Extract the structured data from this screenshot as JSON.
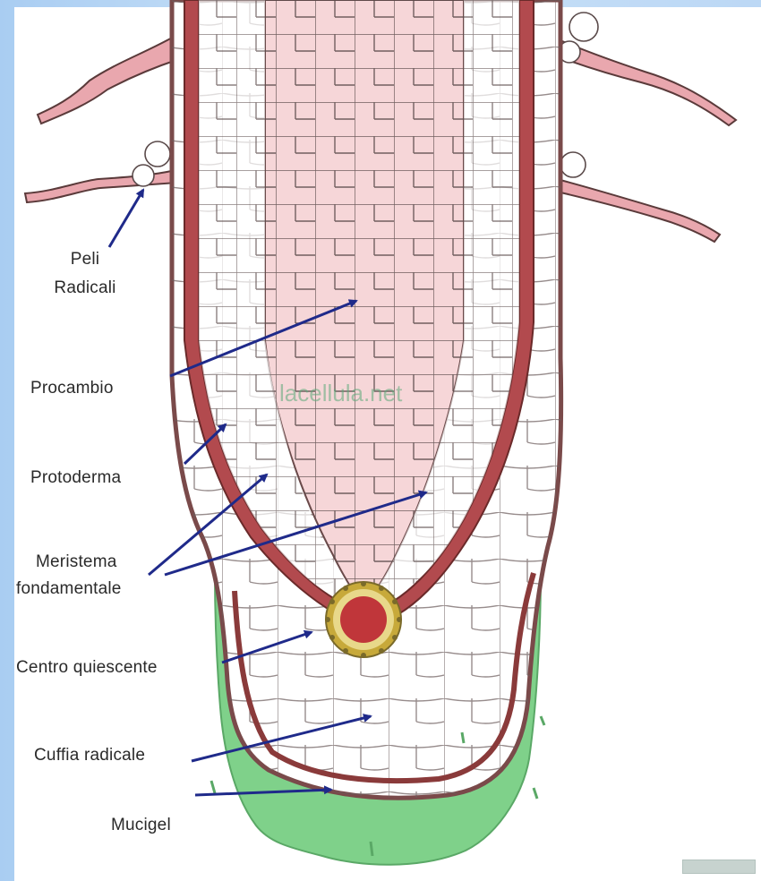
{
  "labels": {
    "peli_radicali": [
      "Peli",
      "Radicali"
    ],
    "procambio": "Procambio",
    "protoderma": "Protoderma",
    "meristema_fondamentale": [
      "Meristema",
      "fondamentale"
    ],
    "centro_quiescente": "Centro quiescente",
    "cuffia_radicale": "Cuffia radicale",
    "mucigel": "Mucigel"
  },
  "watermark": "lacellula.net",
  "colors": {
    "frame": "#bcd8f5",
    "procambium": "#f6d6d8",
    "protoderm": "#b24a4e",
    "ground_tissue": "#ffffff",
    "root_cap": "#f4f4f4",
    "mucigel": "#7fd18a",
    "quiescent_center": "#c0363a",
    "quiescent_ring": "#c7a93a",
    "arrow": "#1f2a8a",
    "root_hair": "#e9a7ae"
  }
}
